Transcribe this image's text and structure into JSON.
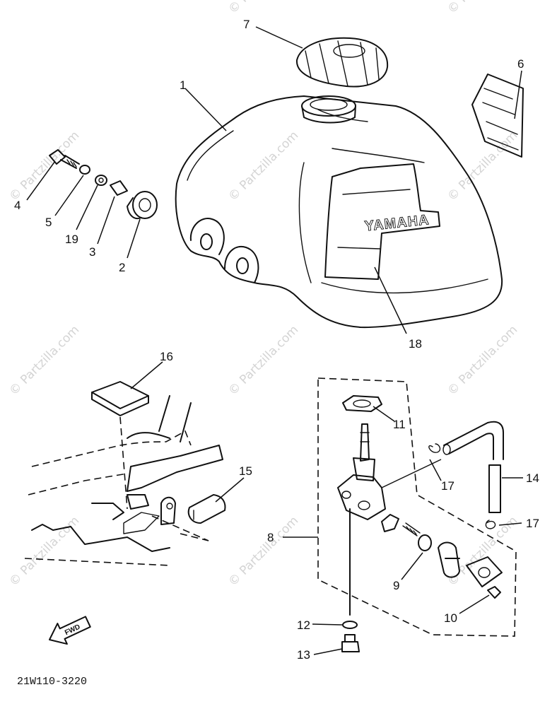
{
  "watermark_text": "© Partzilla.com",
  "brand_label": "YAMAHA",
  "direction_label": "FWD",
  "catalog_code": "21W110-3220",
  "callouts": {
    "c1": "1",
    "c2": "2",
    "c3": "3",
    "c4": "4",
    "c5": "5",
    "c6": "6",
    "c7": "7",
    "c8": "8",
    "c9": "9",
    "c10": "10",
    "c11": "11",
    "c12": "12",
    "c13": "13",
    "c14": "14",
    "c15": "15",
    "c16": "16",
    "c17a": "17",
    "c17b": "17",
    "c18": "18",
    "c19": "19"
  }
}
